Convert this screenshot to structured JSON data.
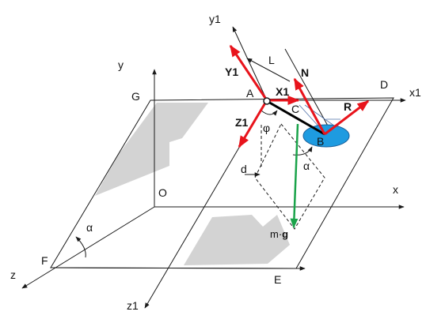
{
  "labels": {
    "y1": "y1",
    "y": "y",
    "L": "L",
    "Y1": "Y1",
    "N": "N",
    "X1": "X1",
    "D": "D",
    "x1": "x1",
    "G": "G",
    "A": "A",
    "C": "C",
    "R": "R",
    "Z1": "Z1",
    "phi": "φ",
    "B": "B",
    "d": "d",
    "alpha_mid": "α",
    "O": "O",
    "x": "x",
    "alpha_left": "α",
    "mg_prefix": "m·",
    "mg_g": "g",
    "F": "F",
    "z": "z",
    "E": "E",
    "z1": "z1"
  },
  "colors": {
    "force_red": "#e8141c",
    "gravity_green": "#1aa34a",
    "disk_fill": "#1e9be0",
    "disk_stroke": "#1a5f99",
    "shading_gray": "#d3d3d3",
    "line_black": "#1a1a1a",
    "thin_blue": "#4d6fa8"
  }
}
